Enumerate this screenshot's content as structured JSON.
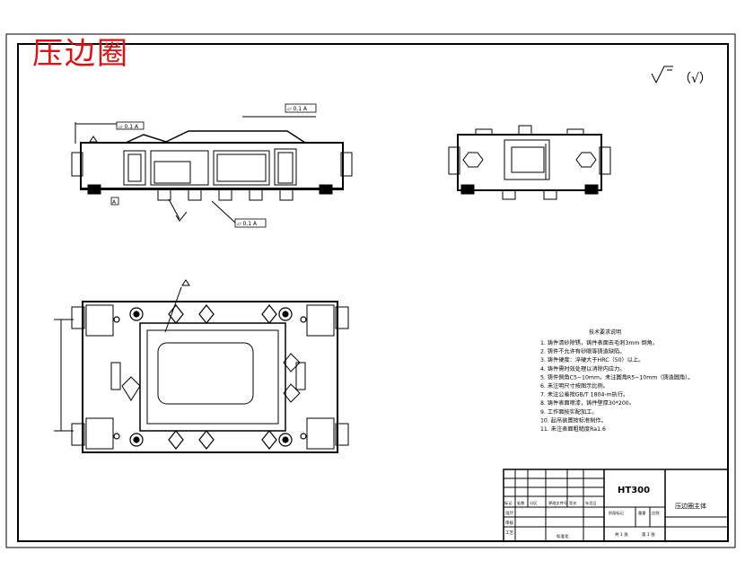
{
  "stamp": "压边圈",
  "roughness_note": "（√）",
  "tech_requirements": {
    "title": "技术要求说明",
    "items": [
      "1. 铸件清砂除锈，铸件表面去毛刺3mm 倒角。",
      "2. 铸件不允许有砂眼等铸造缺陷。",
      "3. 铸件硬度：淬硬大于HRC（50）以上。",
      "4. 铸件需时效处理以消除内应力。",
      "5. 铸件倒角C5~10mm，未注圆角R5~10mm（铸造圆角）。",
      "6. 未注明尺寸按图示比例。",
      "7. 未注公差按GB/T 1804-m执行。",
      "8. 铸件表面喷漆，铸件壁厚30*200。",
      "9. 工作面按实配加工。",
      "10. 起吊装置按标准制作。",
      "11. 未注表面粗糙度Ra1.6"
    ]
  },
  "title_block": {
    "material": "HT300",
    "part_name": "压边圈主体",
    "header_cells": [
      "标记",
      "处数",
      "分区",
      "更改文件号",
      "签名",
      "年月日"
    ],
    "row_labels": [
      "设计",
      "审核",
      "工艺"
    ],
    "std_label": "标准化",
    "stage_cells": [
      "阶段标记",
      "重量",
      "比例"
    ],
    "sheet_cells": [
      "共 1 张",
      "第 1 张"
    ]
  },
  "fcf": {
    "front_left": "▱ 0.1 A",
    "front_top": "▱ 0.1 A",
    "front_bottom": "▱ 0.1 A",
    "datum": "A"
  }
}
